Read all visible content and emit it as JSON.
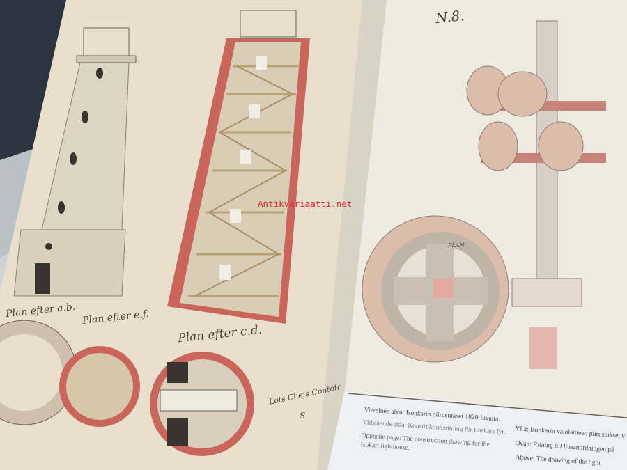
{
  "photo": {
    "watermark": "Antikvariaatti.net",
    "colors": {
      "left_page": "#e8e0cd",
      "right_page": "#efebe1",
      "brick": "#c9655a",
      "ink": "#4a3f35",
      "watermark": "#e0242a"
    }
  },
  "left_page": {
    "drawing_labels": [
      "Plan efter a.b.",
      "Plan efter e.f.",
      "Plan efter c.d."
    ],
    "signature": "Lots Chefs Contoir",
    "page_number": "S"
  },
  "right_page": {
    "plate_number": "N.8.",
    "plan_label": "PLAN",
    "captions_left": [
      "Viereinen sivu: Isonkarin piirustukset 1820-luvalta.",
      "Vidstående sida: Konstruktionsritning för Enskärs fyr.",
      "Opposite page: The construction drawing for the",
      "Isokari lighthouse."
    ],
    "captions_right": [
      "Yllä: Isonkarin valolaitteen piirustukset v",
      "Ovan: Ritning till ljusanordningen på",
      "Above: The drawing of the light"
    ]
  }
}
